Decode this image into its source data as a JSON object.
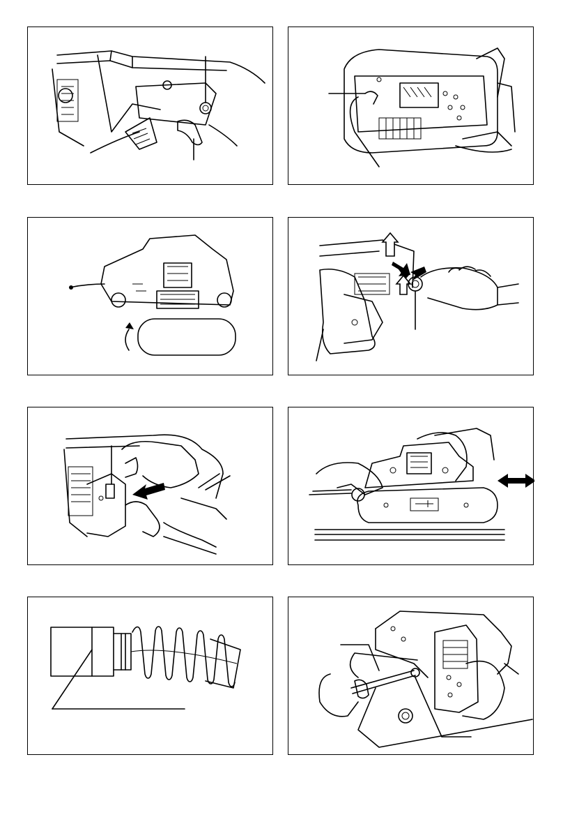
{
  "document": {
    "type": "instruction-figure-sheet",
    "figures": [
      {
        "id": "fig1",
        "subject": "switch-trigger-lock-button"
      },
      {
        "id": "fig2",
        "subject": "belt-lever"
      },
      {
        "id": "fig3",
        "subject": "belt-installation"
      },
      {
        "id": "fig4",
        "subject": "tracking-adjusting-screw"
      },
      {
        "id": "fig5",
        "subject": "dust-bag"
      },
      {
        "id": "fig6",
        "subject": "sanding-operation"
      },
      {
        "id": "fig7",
        "subject": "carbon-brush-limit-mark"
      },
      {
        "id": "fig8",
        "subject": "brush-holder-cap-screwdriver"
      }
    ],
    "colors": {
      "line": "#000000",
      "background": "#ffffff"
    }
  }
}
